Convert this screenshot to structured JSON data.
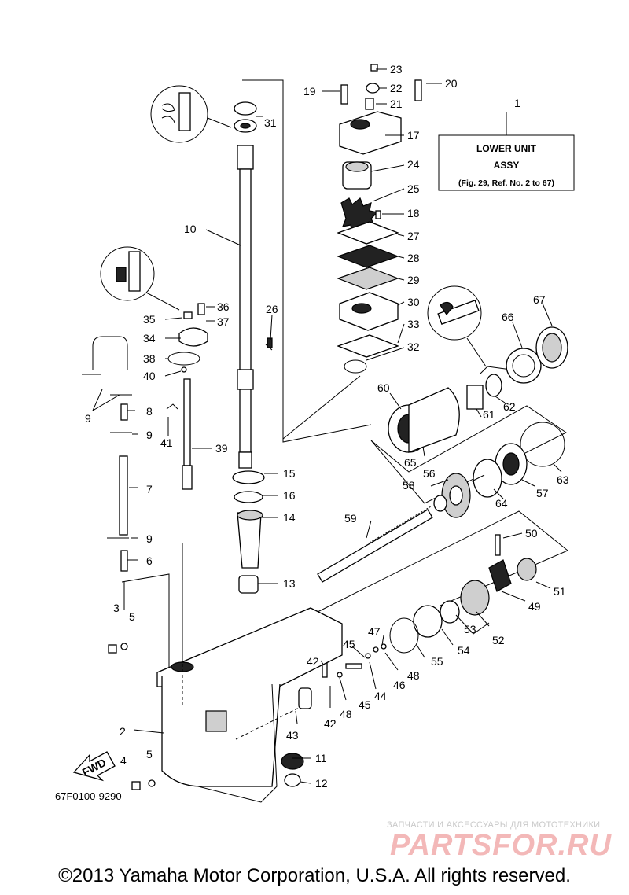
{
  "title_box": {
    "line1": "LOWER UNIT",
    "line2": "ASSY",
    "line3": "(Fig. 29, Ref. No. 2 to 67)"
  },
  "callouts": {
    "c1": "1",
    "c2": "2",
    "c3": "3",
    "c4": "4",
    "c5a": "5",
    "c5b": "5",
    "c6": "6",
    "c7": "7",
    "c8": "8",
    "c9a": "9",
    "c9b": "9",
    "c9c": "9",
    "c10": "10",
    "c11": "11",
    "c12": "12",
    "c13": "13",
    "c14": "14",
    "c15": "15",
    "c16": "16",
    "c17": "17",
    "c18": "18",
    "c19": "19",
    "c20": "20",
    "c21": "21",
    "c22": "22",
    "c23": "23",
    "c24": "24",
    "c25": "25",
    "c26": "26",
    "c27": "27",
    "c28": "28",
    "c29": "29",
    "c30": "30",
    "c31": "31",
    "c32": "32",
    "c33": "33",
    "c34": "34",
    "c35": "35",
    "c36": "36",
    "c37": "37",
    "c38": "38",
    "c39": "39",
    "c40": "40",
    "c41": "41",
    "c42a": "42",
    "c42b": "42",
    "c43": "43",
    "c44": "44",
    "c45a": "45",
    "c45b": "45",
    "c46": "46",
    "c47": "47",
    "c48a": "48",
    "c48b": "48",
    "c49": "49",
    "c50": "50",
    "c51": "51",
    "c52": "52",
    "c53": "53",
    "c54": "54",
    "c55": "55",
    "c56": "56",
    "c57": "57",
    "c58": "58",
    "c59": "59",
    "c60": "60",
    "c61": "61",
    "c62": "62",
    "c63": "63",
    "c64": "64",
    "c65": "65",
    "c66": "66",
    "c67": "67"
  },
  "fwd_label": "FWD",
  "diagram_code": "67F0100-9290",
  "watermark": {
    "tagline": "ЗАПЧАСТИ И АКСЕССУАРЫ ДЛЯ МОТОТЕХНИКИ",
    "logo": "PARTSFOR.RU"
  },
  "copyright": "©2013 Yamaha Motor Corporation, U.S.A. All rights reserved."
}
